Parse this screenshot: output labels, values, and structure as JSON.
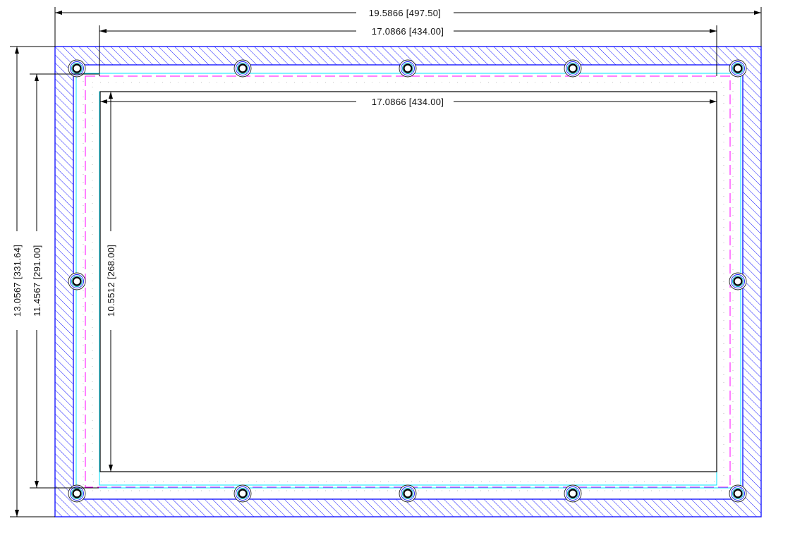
{
  "dimensions": {
    "overall_width": "19.5866 [497.50]",
    "hole_span_width": "17.0866 [434.00]",
    "inner_width": "17.0866 [434.00]",
    "overall_height": "13.0567 [331.64]",
    "hole_span_height": "11.4567 [291.00]",
    "inner_height": "10.5512 [268.00]"
  },
  "colors": {
    "frame": "#1a1aff",
    "hatch": "#1a1aff",
    "centerline": "#ff00ff",
    "gasket": "#00e5ff",
    "dimension": "#000000"
  },
  "mounting_holes": {
    "count": 12,
    "icon": "bolt-hole-icon"
  }
}
